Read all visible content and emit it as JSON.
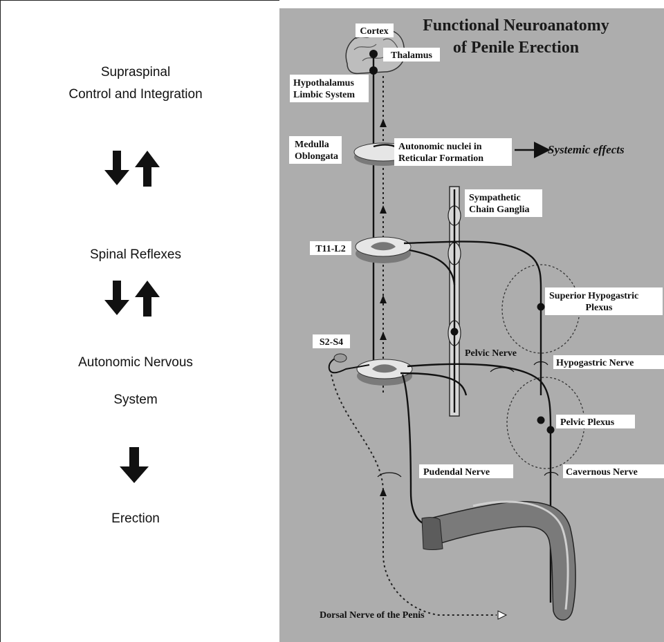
{
  "left": {
    "supraspinal_line1": "Supraspinal",
    "supraspinal_line2": "Control and Integration",
    "spinal": "Spinal Reflexes",
    "autonomic_line1": "Autonomic  Nervous",
    "autonomic_line2": "System",
    "erection": "Erection"
  },
  "diagram": {
    "title_line1": "Functional Neuroanatomy",
    "title_line2": "of Penile Erection",
    "labels": {
      "cortex": "Cortex",
      "thalamus": "Thalamus",
      "hypothalamus": "Hypothalamus",
      "limbic": "Limbic System",
      "medulla1": "Medulla",
      "medulla2": "Oblongata",
      "autonomic1": "Autonomic nuclei in",
      "autonomic2": "Reticular Formation",
      "systemic": "Systemic effects",
      "sympathetic1": "Sympathetic",
      "sympathetic2": "Chain Ganglia",
      "t11": "T11-L2",
      "superior1": "Superior Hypogastric",
      "superior2": "Plexus",
      "s2s4": "S2-S4",
      "pelvic_nerve": "Pelvic Nerve",
      "hypogastric_nerve": "Hypogastric Nerve",
      "pelvic_plexus": "Pelvic Plexus",
      "pudendal": "Pudendal Nerve",
      "cavernous": "Cavernous Nerve",
      "dorsal": "Dorsal Nerve of the Penis"
    }
  },
  "colors": {
    "panel_bg": "#adadad",
    "cord_light": "#e6e6e6",
    "cord_dark": "#7a7a7a",
    "tissue": "#6e6e6e"
  }
}
